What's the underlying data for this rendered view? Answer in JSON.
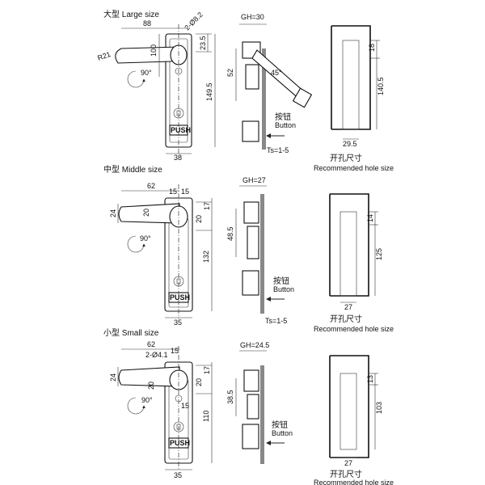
{
  "large": {
    "title": "大型 Large size",
    "dims": {
      "w88": "88",
      "d2": "2-Ø8.2",
      "r21": "R21",
      "h100": "100",
      "d23": "23.5",
      "h149": "149.5",
      "w38": "38",
      "a90": "90°",
      "push": "PUSH",
      "gh": "GH=30",
      "h52": "52",
      "a45": "45°",
      "btn_cn": "按钮",
      "btn_en": "Button",
      "ts": "Ts=1-5",
      "r18": "18",
      "r140": "140.5",
      "r29": "29.5"
    },
    "hole_cn": "开孔尺寸",
    "hole_en": "Recommended hole size"
  },
  "middle": {
    "title": "中型 Middle size",
    "dims": {
      "w62": "62",
      "a15": "15",
      "b15": "15",
      "h24": "24",
      "h20": "20",
      "r20": "20",
      "r17": "17",
      "a90": "90°",
      "h132": "132",
      "w35": "35",
      "push": "PUSH",
      "gh": "GH=27",
      "h48": "48.5",
      "btn_cn": "按钮",
      "btn_en": "Button",
      "ts": "Ts=1-5",
      "r14": "14",
      "r125": "125",
      "r27": "27"
    },
    "hole_cn": "开孔尺寸",
    "hole_en": "Recommended hole size"
  },
  "small": {
    "title": "小型 Small size",
    "dims": {
      "w62": "62",
      "d2": "2-Ø4.1",
      "a15": "15",
      "h24": "24",
      "h20": "20",
      "r20": "20",
      "r17": "17",
      "b15": "15",
      "a90": "90°",
      "h110": "110",
      "w35": "35",
      "push": "PUSH",
      "gh": "GH=24.5",
      "h38": "38.5",
      "btn_cn": "按钮",
      "btn_en": "Button",
      "r13": "13",
      "r103": "103",
      "r27": "27"
    },
    "hole_cn": "开孔尺寸",
    "hole_en": "Recommended hole size"
  }
}
